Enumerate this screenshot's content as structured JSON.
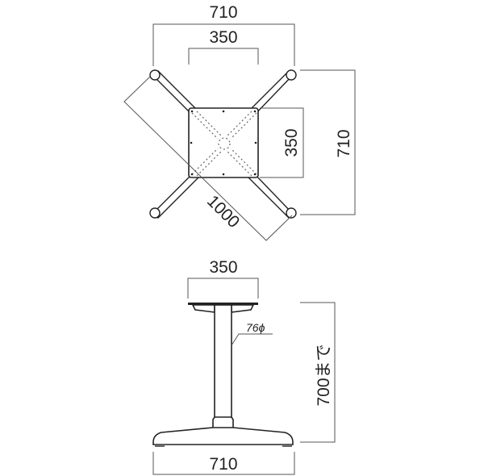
{
  "top_view": {
    "width_overall": "710",
    "width_plate": "350",
    "depth_plate": "350",
    "depth_overall": "710",
    "diagonal": "1000"
  },
  "side_view": {
    "width_plate": "350",
    "column_diameter": "76ϕ",
    "height": "700まで",
    "width_base": "710"
  }
}
